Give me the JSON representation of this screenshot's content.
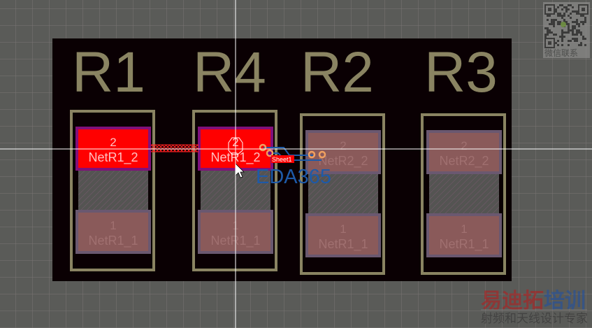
{
  "designators": [
    "R1",
    "R4",
    "R2",
    "R3"
  ],
  "components": [
    {
      "designator": "R1",
      "pad_top": {
        "number": "2",
        "net": "NetR1_2",
        "selected": true
      },
      "pad_bottom": {
        "number": "1",
        "net": "NetR1_1"
      }
    },
    {
      "designator": "R4",
      "pad_top": {
        "number": "2",
        "net": "NetR1_2",
        "selected": true
      },
      "pad_bottom": {
        "number": "1",
        "net": "NetR1_1"
      }
    },
    {
      "designator": "R2",
      "pad_top": {
        "number": "2",
        "net": "NetR2_2",
        "selected": false
      },
      "pad_bottom": {
        "number": "1",
        "net": "NetR1_1"
      }
    },
    {
      "designator": "R3",
      "pad_top": {
        "number": "2",
        "net": "NetR2_2",
        "selected": false
      },
      "pad_bottom": {
        "number": "1",
        "net": "NetR1_1"
      }
    }
  ],
  "sheet_label": "Sheet1",
  "watermark": {
    "eda": "EDA365",
    "qr_caption": "微信联系",
    "brand_red": "易迪拓",
    "brand_blue": "培训",
    "slogan": "射频和天线设计专家"
  },
  "colors": {
    "grid_bg": "#5a5b58",
    "board": "#0a0003",
    "silk": "#8a8462",
    "pad_selected": "#ff0000",
    "pad": "#8a5a5a",
    "accent_blue": "#1e5aa8"
  }
}
